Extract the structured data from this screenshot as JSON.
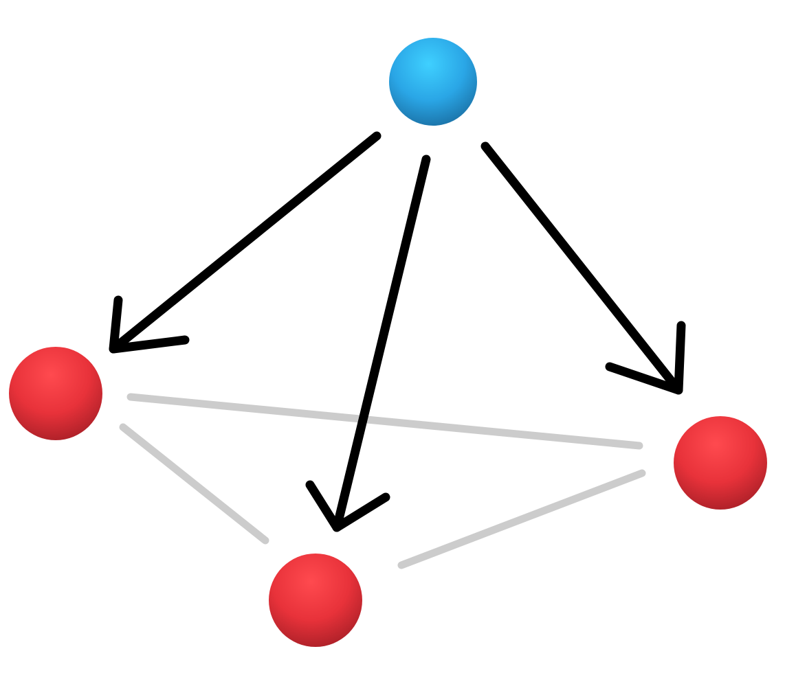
{
  "colors": {
    "background": "#ffffff",
    "source_node": "#2aa6e6",
    "target_node": "#e8323a",
    "arrow": "#000000",
    "link": "#cccccc"
  },
  "nodes": [
    {
      "id": "source",
      "role": "source",
      "color_key": "source_node"
    },
    {
      "id": "left",
      "role": "target",
      "color_key": "target_node"
    },
    {
      "id": "bottom",
      "role": "target",
      "color_key": "target_node"
    },
    {
      "id": "right",
      "role": "target",
      "color_key": "target_node"
    }
  ],
  "arrows": [
    {
      "from": "source",
      "to": "left"
    },
    {
      "from": "source",
      "to": "bottom"
    },
    {
      "from": "source",
      "to": "right"
    }
  ],
  "links": [
    {
      "a": "left",
      "b": "right"
    },
    {
      "a": "left",
      "b": "bottom"
    },
    {
      "a": "bottom",
      "b": "right"
    }
  ]
}
